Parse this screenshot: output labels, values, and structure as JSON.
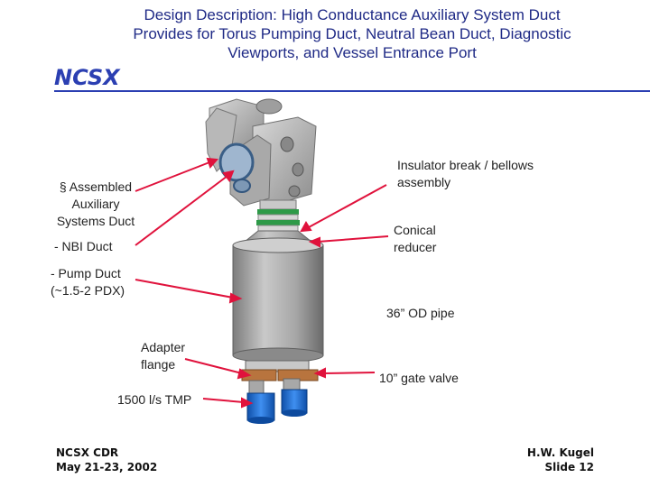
{
  "slide": {
    "title_lines": [
      "Design Description: High Conductance Auxiliary System Duct",
      "Provides for Torus Pumping Duct, Neutral Bean Duct, Diagnostic",
      "Viewports, and Vessel Entrance Port"
    ],
    "logo": "NCSX",
    "bullet_lines": [
      "§ Assembled",
      "Auxiliary",
      "Systems Duct"
    ],
    "nbi_duct": "- NBI Duct",
    "pump_duct_lines": [
      "- Pump Duct",
      "(~1.5-2 PDX)"
    ],
    "adapter_lines": [
      "Adapter",
      "flange"
    ],
    "tmp_label": "1500 l/s TMP",
    "insulator_lines": [
      "Insulator break / bellows",
      "assembly"
    ],
    "conical_lines": [
      "Conical",
      "reducer"
    ],
    "pipe_label": "36” OD pipe",
    "gate_valve_label": "10” gate valve",
    "footer_left_lines": [
      "NCSX CDR",
      "May 21-23, 2002"
    ],
    "footer_right_lines": [
      "H.W. Kugel",
      "Slide 12"
    ]
  },
  "colors": {
    "title": "#1f2a86",
    "logo": "#2b3fb2",
    "arrow": "#e0123c",
    "duct_gray": "#9a9a9a",
    "bellows_green": "#2e9a48",
    "flange_copper": "#b8743e",
    "tmp_blue": "#1e6fd6"
  }
}
